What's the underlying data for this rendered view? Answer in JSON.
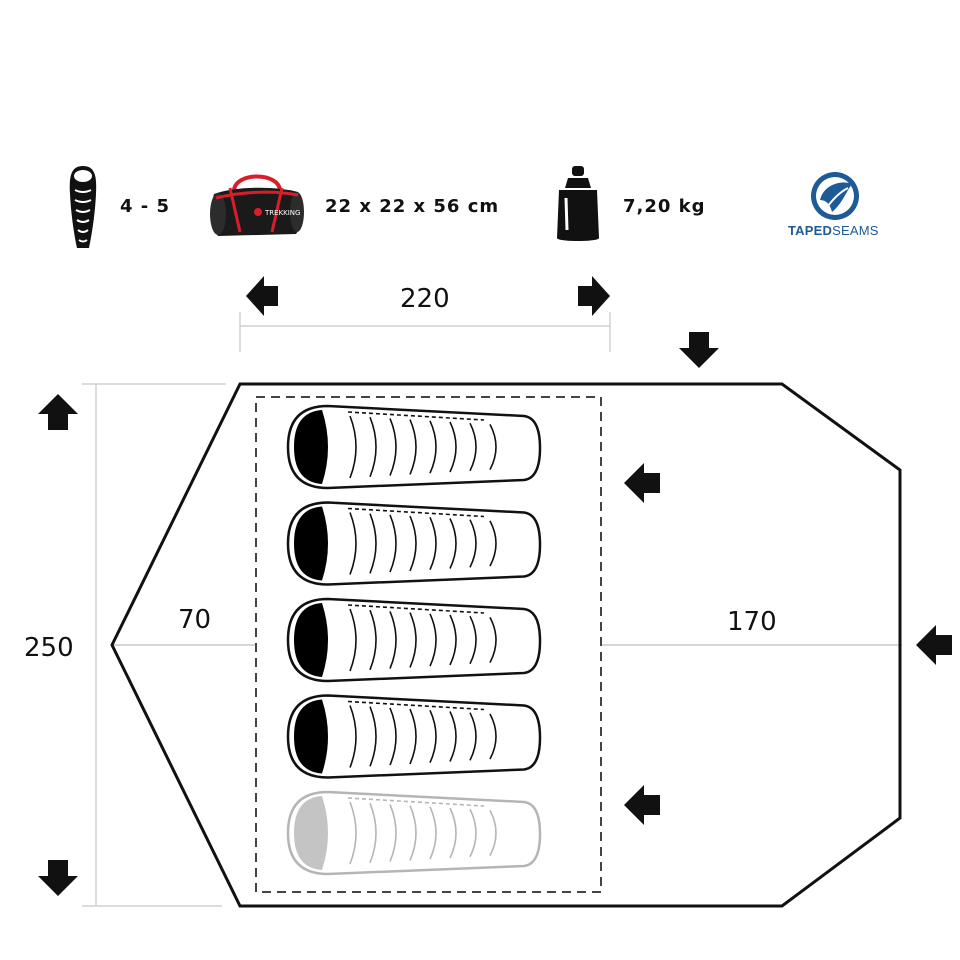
{
  "specs": {
    "capacity": "4 - 5",
    "packed_size": "22 x 22 x 56 cm",
    "weight": "7,20 kg",
    "bag_brand": "TREKKING",
    "taped_seams_bold": "TAPED",
    "taped_seams_rest": "SEAMS"
  },
  "dimensions": {
    "length": "220",
    "width": "250",
    "vestibule_rear": "70",
    "vestibule_front": "170"
  },
  "icons": {
    "capacity": "sleeping-bag-icon",
    "packed_size": "duffel-bag-icon",
    "weight": "weight-icon",
    "seams": "taped-seams-logo"
  },
  "colors": {
    "outline": "#111111",
    "brand_blue": "#1d5a96",
    "bag_red": "#d81e2a",
    "faded_bag": "#b5b5b5"
  },
  "sleeping_bags": [
    {
      "state": "solid"
    },
    {
      "state": "solid"
    },
    {
      "state": "solid"
    },
    {
      "state": "solid"
    },
    {
      "state": "faded"
    }
  ]
}
